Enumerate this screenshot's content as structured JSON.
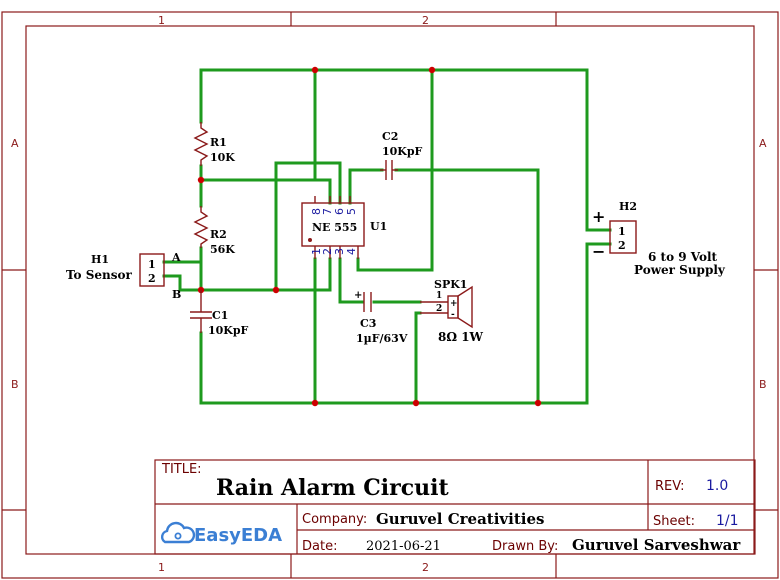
{
  "sheet": {
    "zones_top": [
      "1",
      "2"
    ],
    "zones_bottom": [
      "1",
      "2"
    ],
    "zones_left": [
      "A",
      "B"
    ],
    "zones_right": [
      "A",
      "B"
    ]
  },
  "components": {
    "r1": {
      "ref": "R1",
      "value": "10K"
    },
    "r2": {
      "ref": "R2",
      "value": "56K"
    },
    "c1": {
      "ref": "C1",
      "value": "10KpF"
    },
    "c2": {
      "ref": "C2",
      "value": "10KpF"
    },
    "c3": {
      "ref": "C3",
      "value": "1µF/63V"
    },
    "u1": {
      "ref": "U1",
      "value": "NE 555",
      "pins_top": [
        "8",
        "7",
        "6",
        "5"
      ],
      "pins_bottom": [
        "1",
        "2",
        "3",
        "4"
      ]
    },
    "h1": {
      "ref": "H1",
      "value": "To Sensor",
      "pin1": "1",
      "pin2": "2",
      "net_a": "A",
      "net_b": "B"
    },
    "h2": {
      "ref": "H2",
      "value_line1": "6 to 9 Volt",
      "value_line2": "Power Supply",
      "pin1": "1",
      "pin2": "2",
      "plus": "+",
      "minus": "−"
    },
    "spk1": {
      "ref": "SPK1",
      "value": "8Ω 1W",
      "pin1": "1",
      "pin2": "2",
      "plus": "+",
      "minus": "-"
    }
  },
  "title_block": {
    "title_key": "TITLE:",
    "title_value": "Rain Alarm Circuit",
    "rev_key": "REV:",
    "rev_value": "1.0",
    "company_key": "Company:",
    "company_value": "Guruvel Creativities",
    "sheet_key": "Sheet:",
    "sheet_value": "1/1",
    "date_key": "Date:",
    "date_value": "2021-06-21",
    "drawn_key": "Drawn By:",
    "drawn_value": "Guruvel Sarveshwar",
    "logo_text": "EasyEDA"
  },
  "colors": {
    "wire": "#1e9a1e",
    "part": "#8b1a1a",
    "junction": "#cc0000",
    "pin_number": "#1a1aa0",
    "logo": "#3b7fd4"
  }
}
